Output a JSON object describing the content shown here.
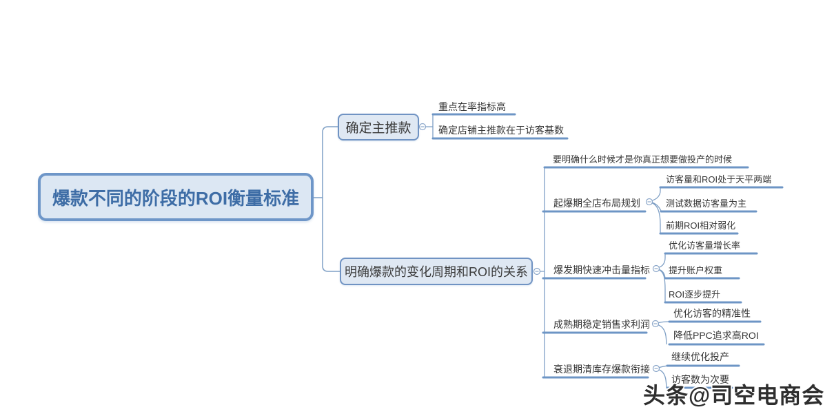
{
  "colors": {
    "root_border": "#6e96c8",
    "root_fill": "#dce7f3",
    "root_text": "#3e6da6",
    "box_border": "#7093c3",
    "box_fill": "#dfe8f3",
    "topic_underline": "#6d95c5",
    "connector_line": "#7e9fc5",
    "topic_text": "#363636",
    "watermark_text": "#2e2e2e"
  },
  "icons": {
    "collapse": "minus-in-circle"
  },
  "root": {
    "label": "爆款不同的阶段的ROI衡量标准"
  },
  "branches": [
    {
      "label": "确定主推款",
      "children": [
        {
          "label": "重点在率指标高"
        },
        {
          "label": "确定店铺主推款在于访客基数"
        }
      ]
    },
    {
      "label": "明确爆款的变化周期和ROI的关系",
      "children": [
        {
          "label": "要明确什么时候才是你真正想要做投产的时候"
        },
        {
          "label": "起爆期全店布局规划",
          "children": [
            {
              "label": "访客量和ROI处于天平两端"
            },
            {
              "label": "测试数据访客量为主"
            },
            {
              "label": "前期ROI相对弱化"
            }
          ]
        },
        {
          "label": "爆发期快速冲击量指标",
          "children": [
            {
              "label": "优化访客量增长率"
            },
            {
              "label": "提升账户权重"
            },
            {
              "label": "ROI逐步提升"
            }
          ]
        },
        {
          "label": "成熟期稳定销售求利润",
          "children": [
            {
              "label": "优化访客的精准性"
            },
            {
              "label": "降低PPC追求高ROI"
            }
          ]
        },
        {
          "label": "衰退期清库存爆款衔接",
          "children": [
            {
              "label": "继续优化投产"
            },
            {
              "label": "访客数为次要"
            }
          ]
        }
      ]
    }
  ],
  "watermark": "头条@司空电商会"
}
